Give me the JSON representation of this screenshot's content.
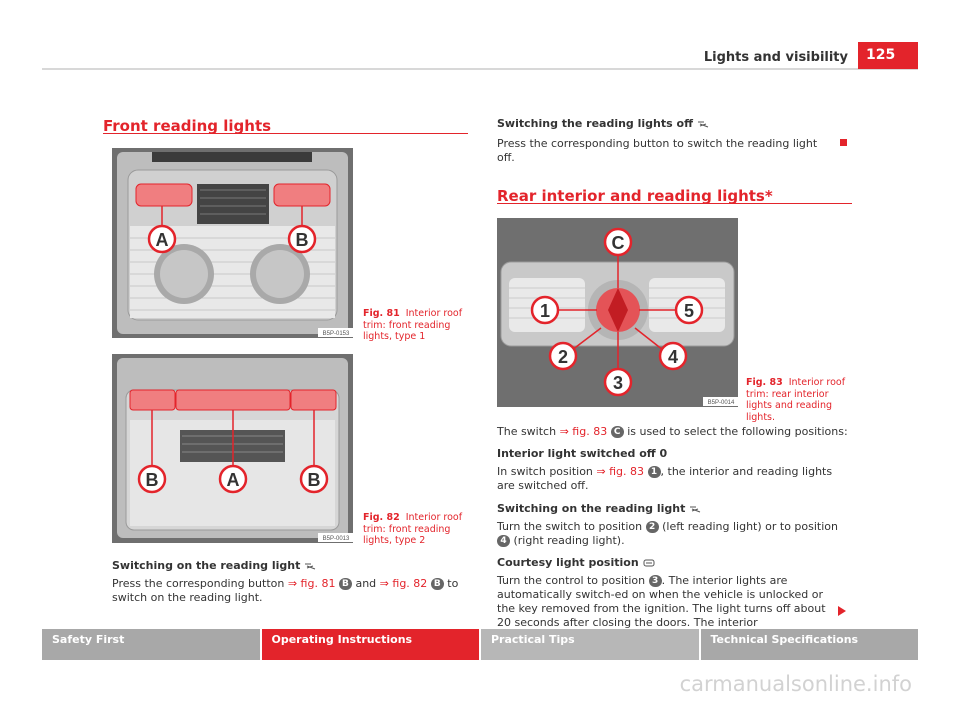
{
  "header": {
    "title": "Lights and visibility",
    "page_number": "125"
  },
  "left": {
    "section_title": "Front reading lights",
    "figures": [
      {
        "code": "B5P-0153",
        "caption_label": "Fig. 81",
        "caption_text": "Interior roof trim: front reading lights, type 1",
        "labels": [
          "A",
          "B"
        ]
      },
      {
        "code": "B5P-0013",
        "caption_label": "Fig. 82",
        "caption_text": "Interior roof trim: front reading lights, type 2",
        "labels": [
          "B",
          "A",
          "B"
        ]
      }
    ],
    "sub_heading": "Switching on the reading light",
    "para": {
      "p1": "Press the corresponding button ",
      "ref1": "⇒ fig. 81",
      "b1": "B",
      "p2": " and ",
      "ref2": "⇒ fig. 82",
      "b2": "B",
      "p3": " to switch on the reading light."
    }
  },
  "right": {
    "sub_heading_off": "Switching the reading lights off",
    "off_text": "Press the corresponding button to switch the reading light off.",
    "section_title": "Rear interior and reading lights*",
    "figure": {
      "code": "B5P-0014",
      "caption_label": "Fig. 83",
      "caption_text": "Interior roof trim: rear interior lights and reading lights.",
      "labels": [
        "C",
        "1",
        "5",
        "2",
        "4",
        "3"
      ]
    },
    "switch_para": {
      "p1": "The switch ",
      "ref": "⇒ fig. 83",
      "badge": "C",
      "p2": " is used to select the following positions:"
    },
    "h_off": "Interior light switched off 0",
    "off_para": {
      "p1": "In switch position ",
      "ref": "⇒ fig. 83",
      "badge": "1",
      "p2": ", the interior and reading lights are switched off."
    },
    "h_on": "Switching on the reading light",
    "on_para": {
      "p1": "Turn the switch to position ",
      "b1": "2",
      "p2": " (left reading light) or to position ",
      "b2": "4",
      "p3": " (right reading light)."
    },
    "h_courtesy": "Courtesy light position",
    "courtesy_para": {
      "p1": "Turn the control to position ",
      "b1": "3",
      "p2": ". The interior lights are automatically switch-ed on when the vehicle is unlocked or the key removed from the ignition. The light turns off about 20 seconds after closing the doors. The interior"
    }
  },
  "footer": {
    "tabs": [
      "Safety First",
      "Operating Instructions",
      "Practical Tips",
      "Technical Specifications"
    ]
  },
  "watermark": "carmanualsonline.info"
}
